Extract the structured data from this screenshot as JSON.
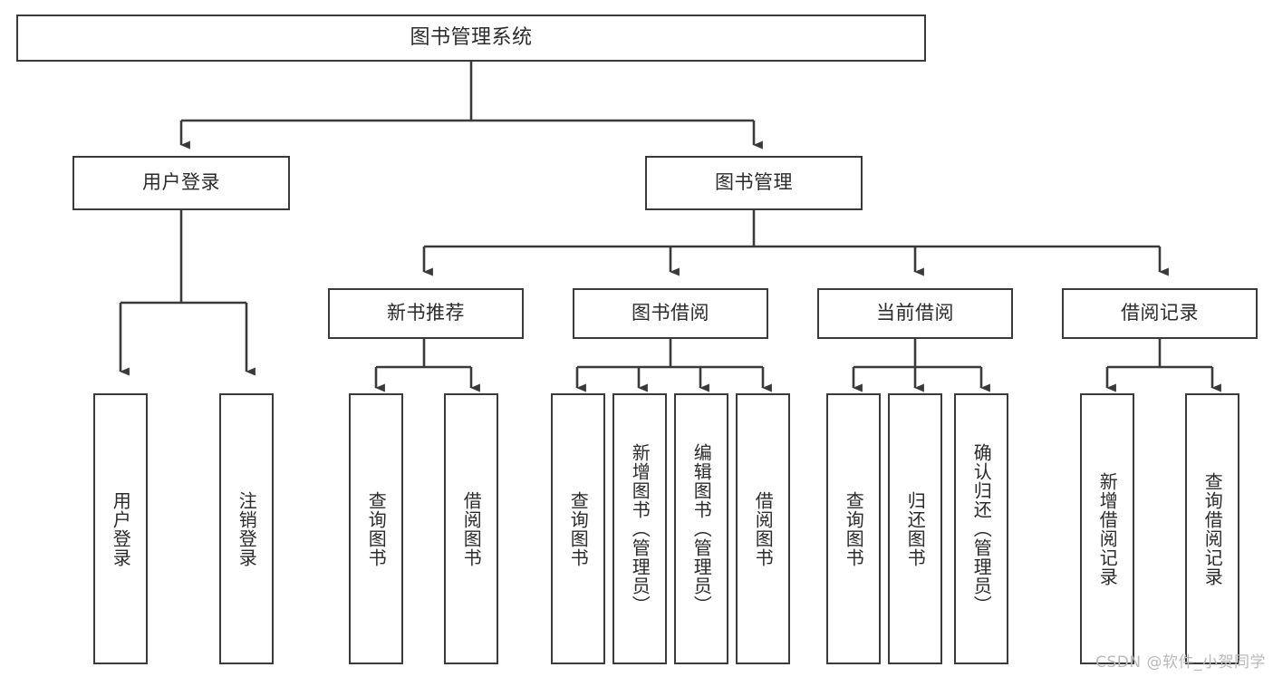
{
  "diagram": {
    "type": "tree-hierarchy",
    "title": "图书管理系统",
    "watermark": "CSDN @软件_小贺同学",
    "colors": {
      "box_border": "#3a3a3a",
      "box_fill": "#ffffff",
      "text": "#2b2b2b",
      "connector": "#3a3a3a",
      "watermark": "#b9b9b9",
      "background": "#ffffff"
    },
    "nodes": {
      "root": {
        "label": "图书管理系统",
        "level": 1,
        "orientation": "horizontal"
      },
      "l2": [
        {
          "id": "user-login",
          "label": "用户登录",
          "level": 2,
          "orientation": "horizontal"
        },
        {
          "id": "book-manage",
          "label": "图书管理",
          "level": 2,
          "orientation": "horizontal"
        }
      ],
      "l3": [
        {
          "id": "new-book-recommend",
          "label": "新书推荐",
          "level": 3,
          "orientation": "horizontal",
          "parent": "book-manage"
        },
        {
          "id": "book-borrow",
          "label": "图书借阅",
          "level": 3,
          "orientation": "horizontal",
          "parent": "book-manage"
        },
        {
          "id": "current-borrow",
          "label": "当前借阅",
          "level": 3,
          "orientation": "horizontal",
          "parent": "book-manage"
        },
        {
          "id": "borrow-record",
          "label": "借阅记录",
          "level": 3,
          "orientation": "horizontal",
          "parent": "book-manage"
        }
      ],
      "leaves": [
        {
          "id": "leaf-user-login",
          "label": "用户登录",
          "parent": "user-login",
          "orientation": "vertical"
        },
        {
          "id": "leaf-logout",
          "label": "注销登录",
          "parent": "user-login",
          "orientation": "vertical"
        },
        {
          "id": "leaf-query-book-1",
          "label": "查询图书",
          "parent": "new-book-recommend",
          "orientation": "vertical"
        },
        {
          "id": "leaf-borrow-book-1",
          "label": "借阅图书",
          "parent": "new-book-recommend",
          "orientation": "vertical"
        },
        {
          "id": "leaf-query-book-2",
          "label": "查询图书",
          "parent": "book-borrow",
          "orientation": "vertical"
        },
        {
          "id": "leaf-add-book",
          "label": "新增图书（管理员）",
          "parent": "book-borrow",
          "orientation": "vertical"
        },
        {
          "id": "leaf-edit-book",
          "label": "编辑图书（管理员）",
          "parent": "book-borrow",
          "orientation": "vertical"
        },
        {
          "id": "leaf-borrow-book-2",
          "label": "借阅图书",
          "parent": "book-borrow",
          "orientation": "vertical"
        },
        {
          "id": "leaf-query-book-3",
          "label": "查询图书",
          "parent": "current-borrow",
          "orientation": "vertical"
        },
        {
          "id": "leaf-return-book",
          "label": "归还图书",
          "parent": "current-borrow",
          "orientation": "vertical"
        },
        {
          "id": "leaf-confirm-return",
          "label": "确认归还（管理员）",
          "parent": "current-borrow",
          "orientation": "vertical"
        },
        {
          "id": "leaf-add-record",
          "label": "新增借阅记录",
          "parent": "borrow-record",
          "orientation": "vertical"
        },
        {
          "id": "leaf-query-record",
          "label": "查询借阅记录",
          "parent": "borrow-record",
          "orientation": "vertical"
        }
      ]
    }
  }
}
